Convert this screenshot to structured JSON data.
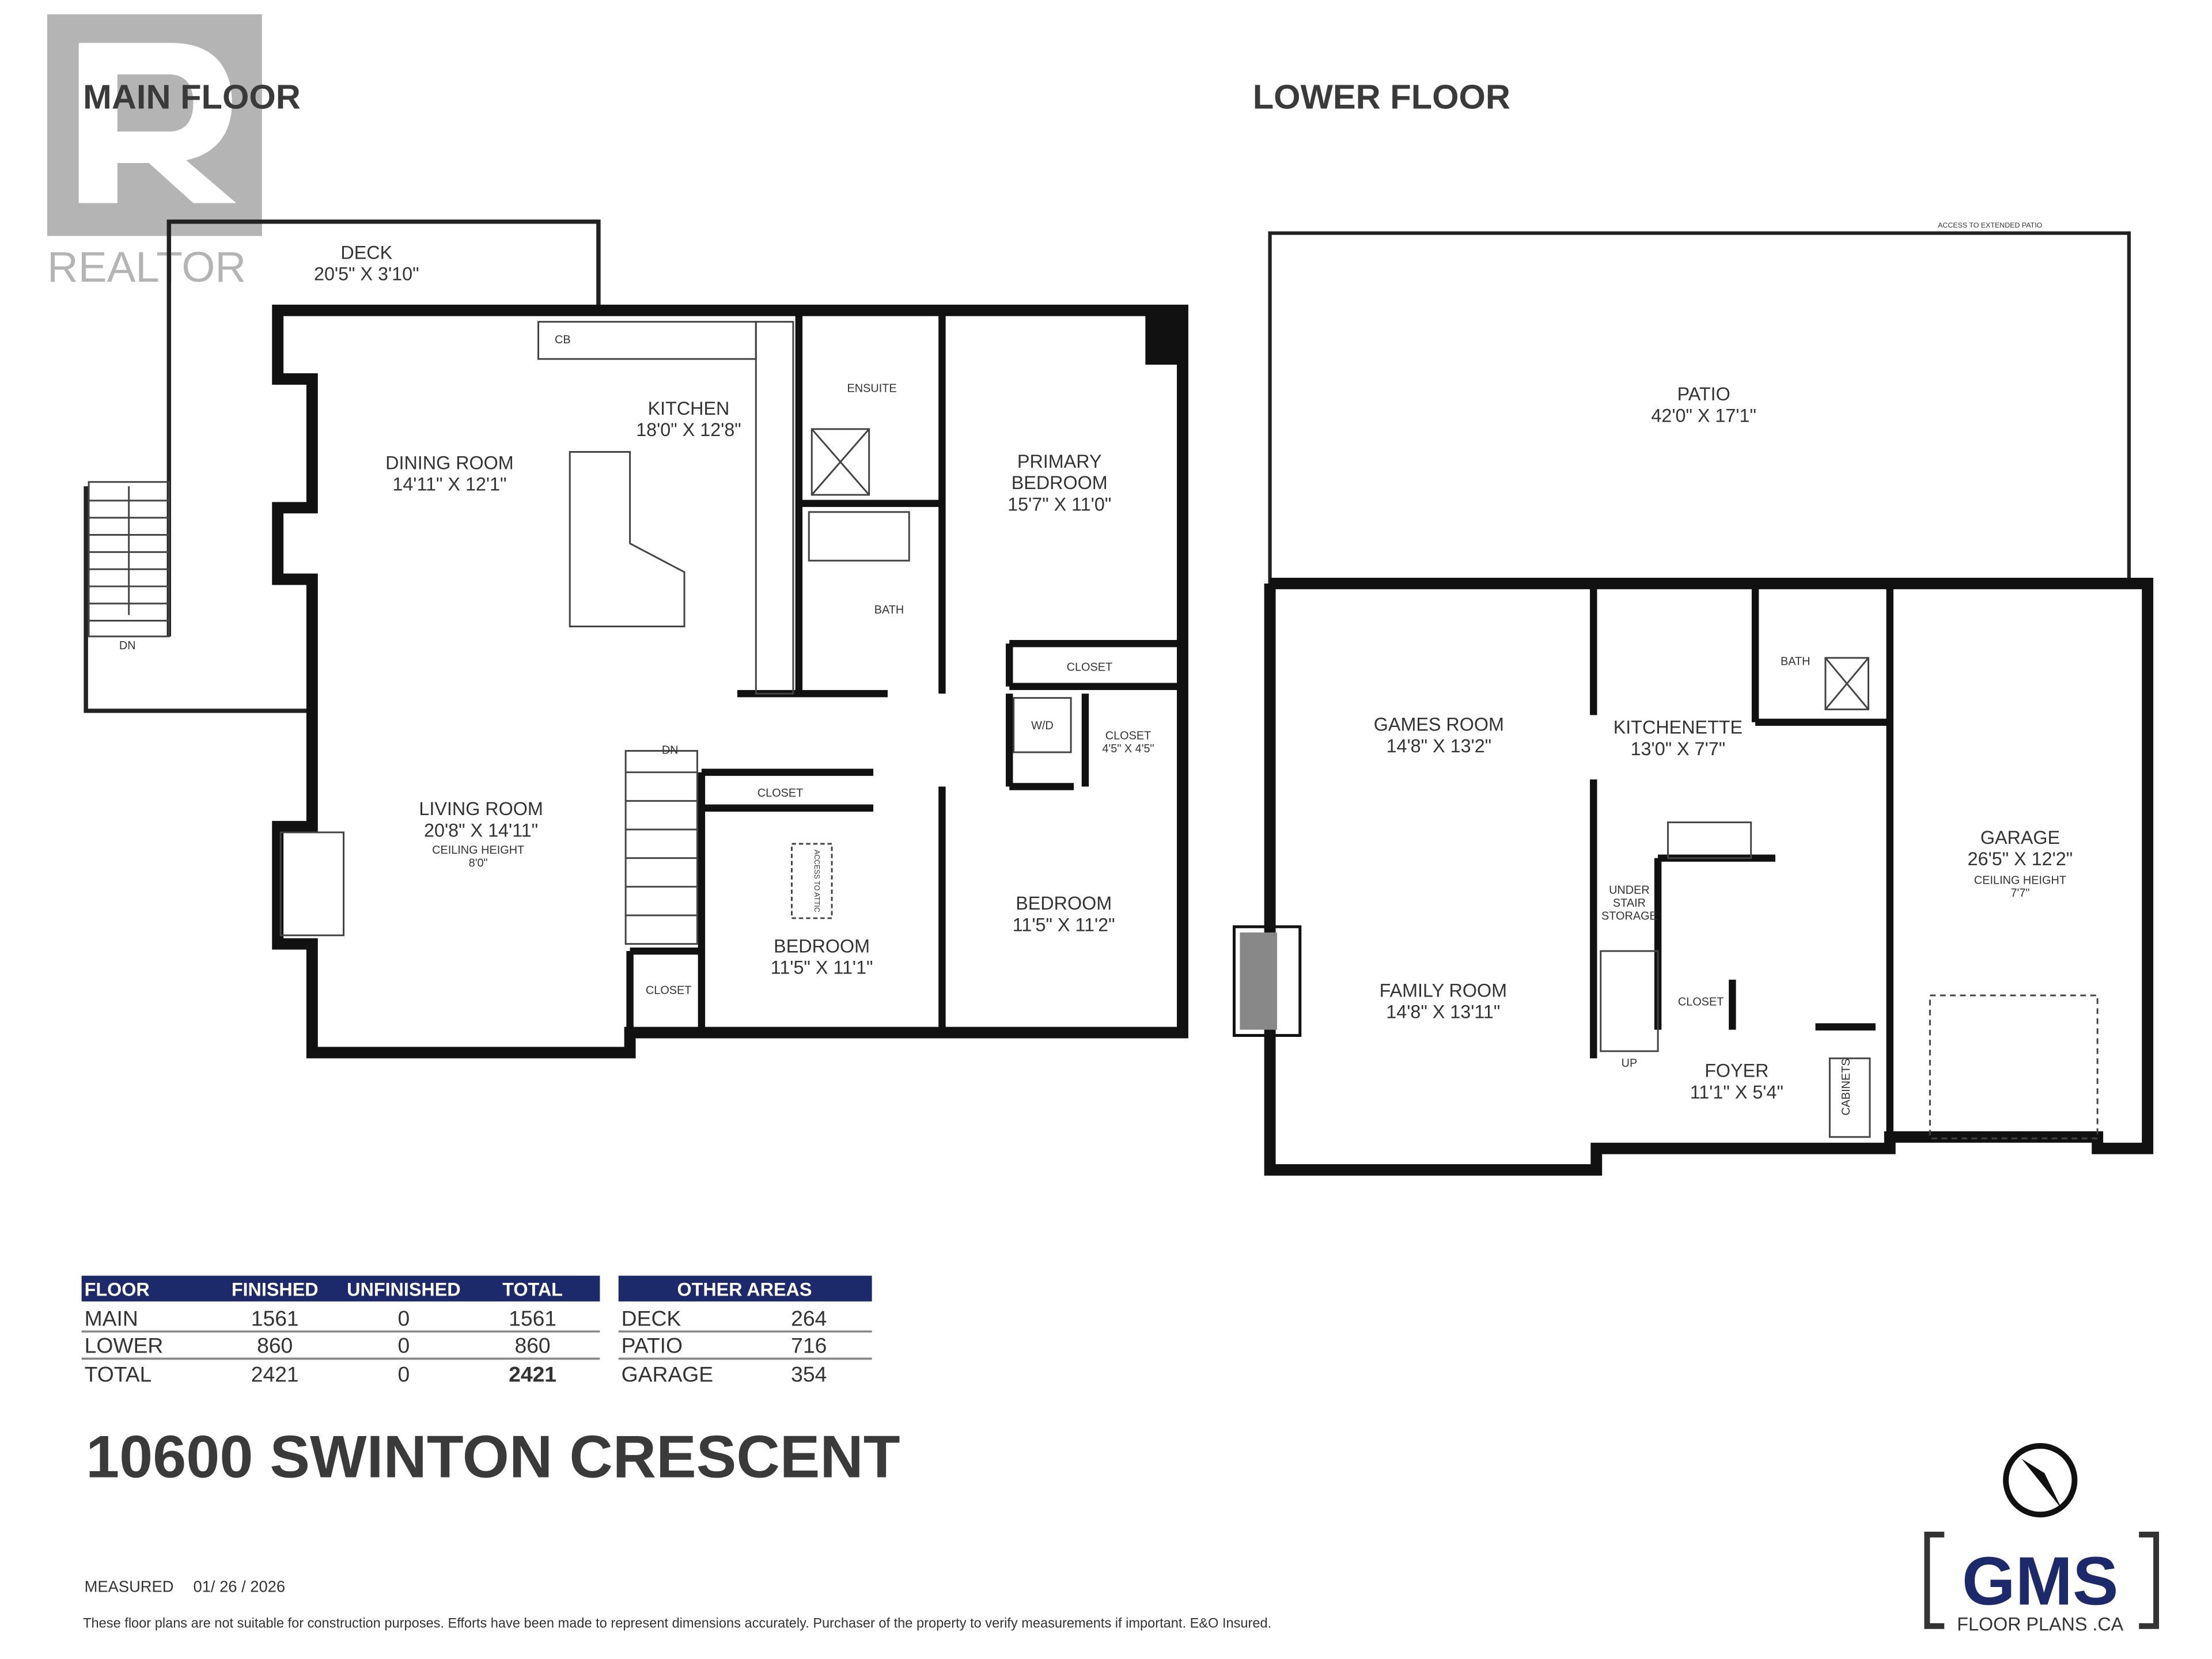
{
  "watermark": {
    "text": "REALTOR",
    "mark": "R"
  },
  "main_floor": {
    "title": "MAIN FLOOR",
    "rooms": [
      {
        "name": "DECK",
        "dims": "20'5\" X 3'10\""
      },
      {
        "name": "KITCHEN",
        "dims": "18'0\" X 12'8\""
      },
      {
        "name": "DINING ROOM",
        "dims": "14'11\" X 12'1\""
      },
      {
        "name": "PRIMARY",
        "name2": "BEDROOM",
        "dims": "15'7\" X 11'0\""
      },
      {
        "name": "LIVING ROOM",
        "dims": "20'8\" X 14'11\"",
        "note": "CEILING HEIGHT",
        "note2": "8'0\""
      },
      {
        "name": "BEDROOM",
        "dims": "11'5\" X 11'1\""
      },
      {
        "name": "BEDROOM",
        "dims": "11'5\" X 11'2\""
      }
    ],
    "labels": {
      "cb": "CB",
      "ensuite": "ENSUITE",
      "bath": "BATH",
      "closet": "CLOSET",
      "closet_dims": "4'5\" X 4'5\"",
      "wd": "W/D",
      "dn": "DN",
      "attic": "ACCESS TO ATTIC"
    }
  },
  "lower_floor": {
    "title": "LOWER FLOOR",
    "access_note": "ACCESS TO EXTENDED PATIO",
    "rooms": [
      {
        "name": "PATIO",
        "dims": "42'0\" X 17'1\""
      },
      {
        "name": "GAMES ROOM",
        "dims": "14'8\" X 13'2\""
      },
      {
        "name": "KITCHENETTE",
        "dims": "13'0\" X 7'7\""
      },
      {
        "name": "GARAGE",
        "dims": "26'5\" X 12'2\"",
        "note": "CEILING HEIGHT",
        "note2": "7'7\""
      },
      {
        "name": "FAMILY ROOM",
        "dims": "14'8\" X 13'11\""
      },
      {
        "name": "FOYER",
        "dims": "11'1\" X 5'4\""
      }
    ],
    "labels": {
      "bath": "BATH",
      "under": "UNDER",
      "stair": "STAIR",
      "storage": "STORAGE",
      "closet": "CLOSET",
      "up": "UP",
      "cabinets": "CABINETS"
    }
  },
  "floor_table": {
    "headers": [
      "FLOOR",
      "FINISHED",
      "UNFINISHED",
      "TOTAL"
    ],
    "rows": [
      [
        "MAIN",
        "1561",
        "0",
        "1561"
      ],
      [
        "LOWER",
        "860",
        "0",
        "860"
      ],
      [
        "TOTAL",
        "2421",
        "0",
        "2421"
      ]
    ]
  },
  "other_areas": {
    "header": "OTHER AREAS",
    "rows": [
      [
        "DECK",
        "264"
      ],
      [
        "PATIO",
        "716"
      ],
      [
        "GARAGE",
        "354"
      ]
    ]
  },
  "address": "10600 SWINTON CRESCENT",
  "measured_label": "MEASURED",
  "measured_date": "01/ 26 / 2026",
  "disclaimer": "These floor plans are not suitable for construction purposes. Efforts have been made to represent dimensions accurately.  Purchaser of the property to verify measurements if important.  E&O Insured.",
  "brand": {
    "name": "GMS",
    "sub": "FLOOR PLANS .CA"
  },
  "colors": {
    "table_header": "#1c2a6b",
    "text": "#333333",
    "walls": "#111111"
  }
}
